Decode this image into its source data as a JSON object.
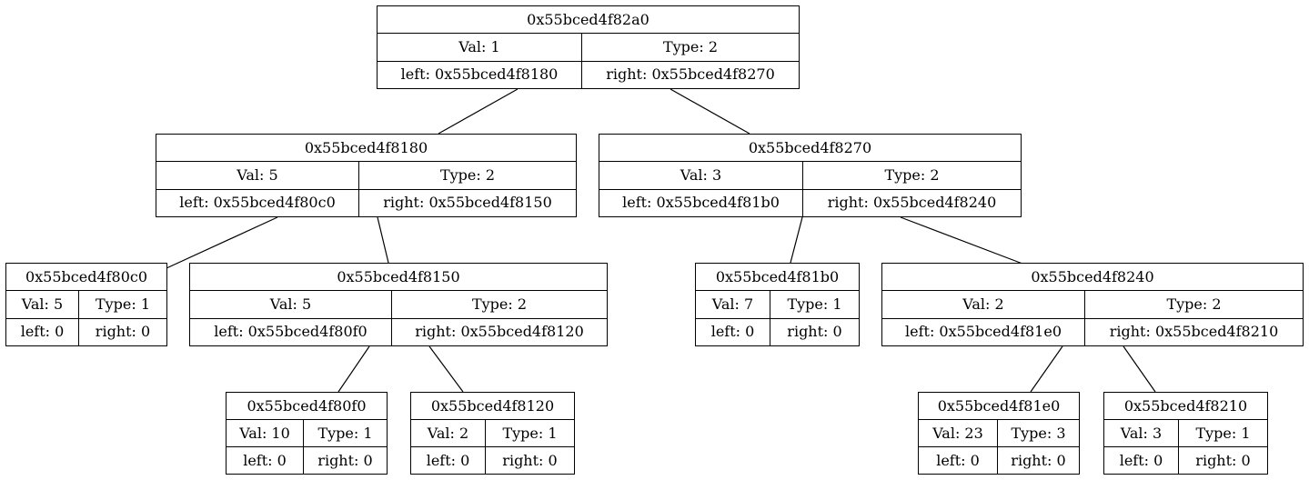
{
  "nodes": {
    "n82a0": {
      "id": "0x55bced4f82a0",
      "val": "Val: 1",
      "type": "Type: 2",
      "left": "left: 0x55bced4f8180",
      "right": "right: 0x55bced4f8270"
    },
    "n8180": {
      "id": "0x55bced4f8180",
      "val": "Val: 5",
      "type": "Type: 2",
      "left": "left: 0x55bced4f80c0",
      "right": "right: 0x55bced4f8150"
    },
    "n8270": {
      "id": "0x55bced4f8270",
      "val": "Val: 3",
      "type": "Type: 2",
      "left": "left: 0x55bced4f81b0",
      "right": "right: 0x55bced4f8240"
    },
    "n80c0": {
      "id": "0x55bced4f80c0",
      "val": "Val: 5",
      "type": "Type: 1",
      "left": "left: 0",
      "right": "right: 0"
    },
    "n8150": {
      "id": "0x55bced4f8150",
      "val": "Val: 5",
      "type": "Type: 2",
      "left": "left: 0x55bced4f80f0",
      "right": "right: 0x55bced4f8120"
    },
    "n81b0": {
      "id": "0x55bced4f81b0",
      "val": "Val: 7",
      "type": "Type: 1",
      "left": "left: 0",
      "right": "right: 0"
    },
    "n8240": {
      "id": "0x55bced4f8240",
      "val": "Val: 2",
      "type": "Type: 2",
      "left": "left: 0x55bced4f81e0",
      "right": "right: 0x55bced4f8210"
    },
    "n80f0": {
      "id": "0x55bced4f80f0",
      "val": "Val: 10",
      "type": "Type: 1",
      "left": "left: 0",
      "right": "right: 0"
    },
    "n8120": {
      "id": "0x55bced4f8120",
      "val": "Val: 2",
      "type": "Type: 1",
      "left": "left: 0",
      "right": "right: 0"
    },
    "n81e0": {
      "id": "0x55bced4f81e0",
      "val": "Val: 23",
      "type": "Type: 3",
      "left": "left: 0",
      "right": "right: 0"
    },
    "n8210": {
      "id": "0x55bced4f8210",
      "val": "Val: 3",
      "type": "Type: 1",
      "left": "left: 0",
      "right": "right: 0"
    }
  }
}
